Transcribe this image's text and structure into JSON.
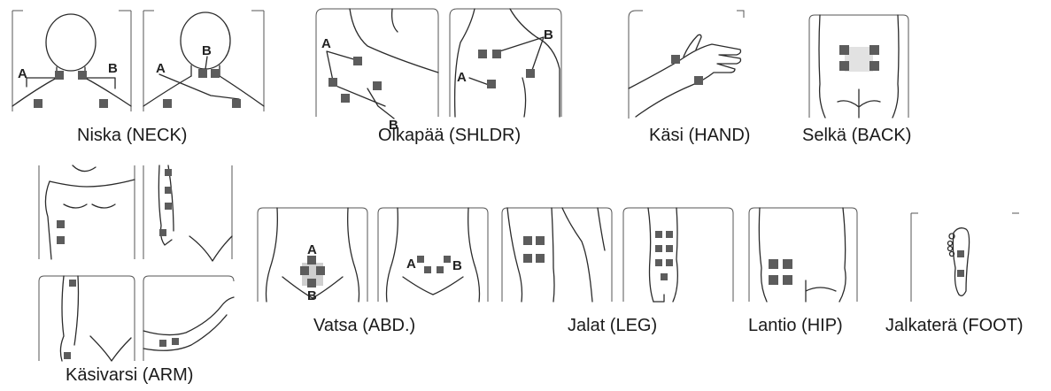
{
  "captions": {
    "neck": "Niska (NECK)",
    "shoulder": "Olkapää (SHLDR)",
    "hand": "Käsi (HAND)",
    "back": "Selkä (BACK)",
    "arm": "Käsivarsi (ARM)",
    "abdomen": "Vatsa (ABD.)",
    "leg": "Jalat (LEG)",
    "hip": "Lantio (HIP)",
    "foot": "Jalkaterä (FOOT)"
  },
  "point_labels": {
    "a": "A",
    "b": "B"
  },
  "colors": {
    "pad": "#5c5c5c",
    "line": "#2b2b2b",
    "text": "#1a1a1a"
  }
}
